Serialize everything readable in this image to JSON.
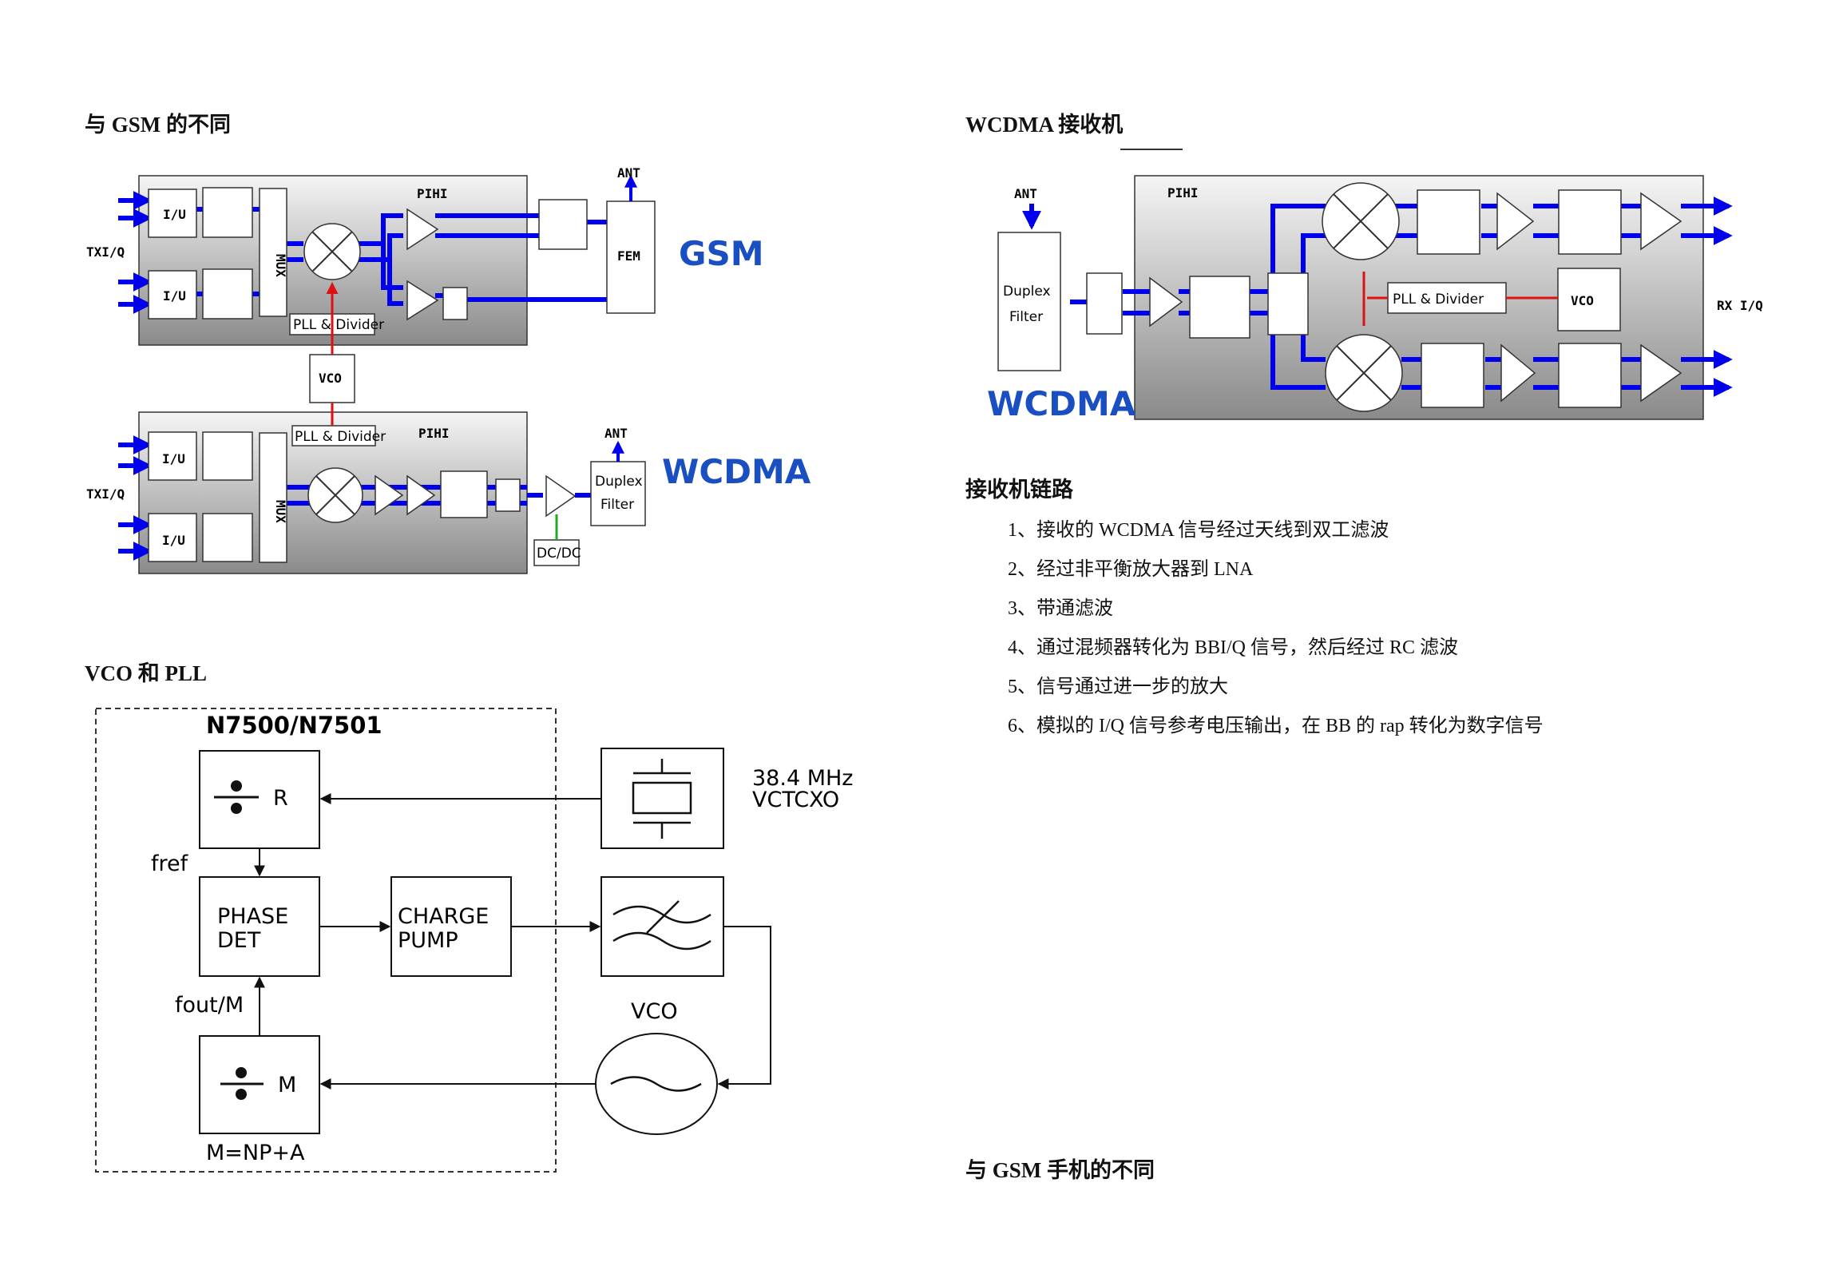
{
  "headings": {
    "gsm_diff": "与 GSM 的不同",
    "wcdma_rx": "WCDMA 接收机",
    "rx_chain": "接收机链路",
    "vco_pll": "VCO 和 PLL",
    "gsm_phone_diff": "与 GSM 手机的不同"
  },
  "rx_chain_items": [
    "1、接收的 WCDMA 信号经过天线到双工滤波",
    "2、经过非平衡放大器到 LNA",
    "3、带通滤波",
    "4、通过混频器转化为 BBI/Q 信号，然后经过 RC 滤波",
    "5、信号通过进一步的放大",
    "6、模拟的 I/Q 信号参考电压输出，在 BB 的 rap 转化为数字信号"
  ],
  "tx_diagram": {
    "iu": "I/U",
    "mux": "MUX",
    "tx_iq": "TXI/Q",
    "pihi": "PIHI",
    "ant": "ANT",
    "fem": "FEM",
    "pll_divider": "PLL & Divider",
    "vco": "VCO",
    "dcdc": "DC/DC",
    "duplex": "Duplex",
    "filter": "Filter",
    "gsm": "GSM",
    "wcdma": "WCDMA"
  },
  "rx_diagram": {
    "ant": "ANT",
    "duplex": "Duplex",
    "filter": "Filter",
    "pihi": "PIHI",
    "pll_divider": "PLL & Divider",
    "vco": "VCO",
    "rx_iq": "RX I/Q",
    "wcdma": "WCDMA"
  },
  "pll_diagram": {
    "chip": "N7500/N7501",
    "r": "R",
    "m": "M",
    "fref": "fref",
    "phase": "PHASE",
    "det": "DET",
    "charge": "CHARGE",
    "pump": "PUMP",
    "fout_m": "fout/M",
    "m_eq": "M=NP+A",
    "freq": "38.4 MHz",
    "vctcxo": "VCTCXO",
    "vco": "VCO"
  },
  "colors": {
    "signal": "#0000ee",
    "pll_link": "#dd1111",
    "brand": "#1a4fc2",
    "dcdc_link": "#22aa22"
  }
}
